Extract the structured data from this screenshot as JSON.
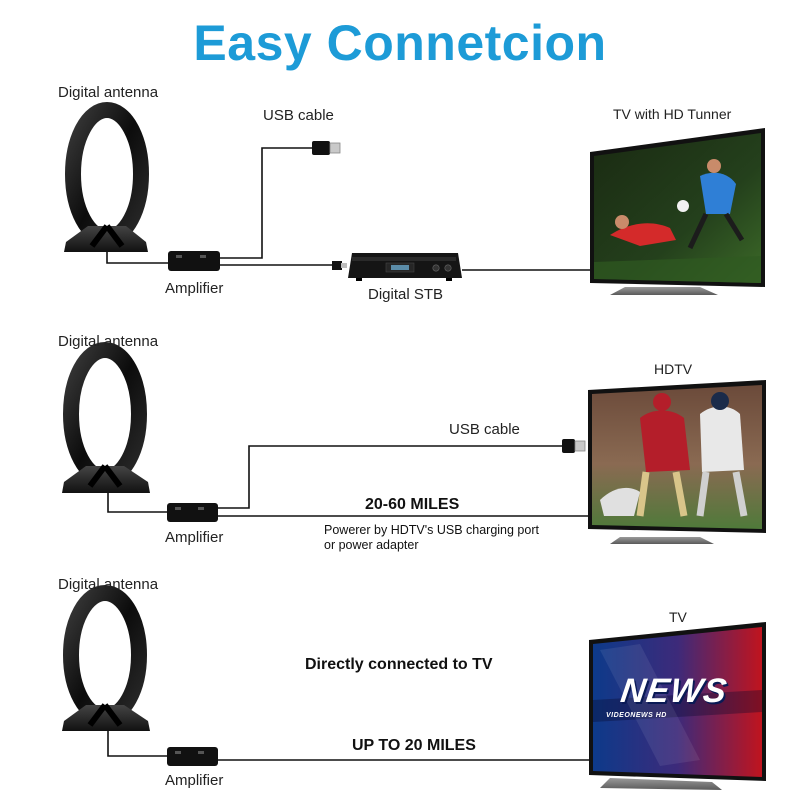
{
  "title": "Easy Connetcion",
  "colors": {
    "title": "#1d9bd7"
  },
  "rows": [
    {
      "antenna_label": "Digital antenna",
      "amplifier_label": "Amplifier",
      "usb_label": "USB cable",
      "stb_label": "Digital STB",
      "tv_label": "TV with HD Tunner"
    },
    {
      "antenna_label": "Digital antenna",
      "amplifier_label": "Amplifier",
      "usb_label": "USB cable",
      "tv_label": "HDTV",
      "range_label": "20-60 MILES",
      "power_note": "Powerer by HDTV's USB charging port or power adapter"
    },
    {
      "antenna_label": "Digital antenna",
      "amplifier_label": "Amplifier",
      "tv_label": "TV",
      "headline": "Directly connected to TV",
      "range_label": "UP TO 20 MILES",
      "screen_text": "NEWS",
      "screen_subtext": "VIDEONEWS HD"
    }
  ]
}
